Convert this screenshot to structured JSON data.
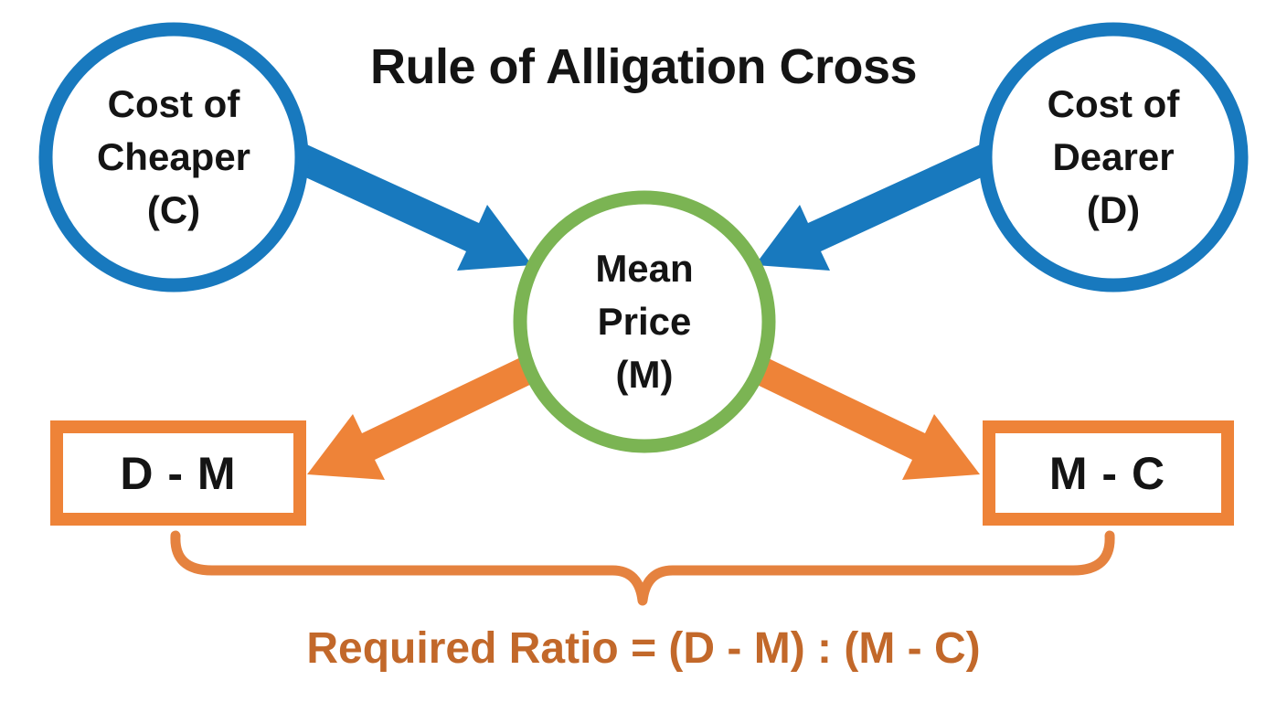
{
  "title": "Rule of Alligation Cross",
  "colors": {
    "blue": "#1879BE",
    "green": "#7BB453",
    "orange": "#EE8338",
    "brace": "#E5823F",
    "formula": "#C2682A",
    "text": "#141414",
    "background": "#FFFFFF"
  },
  "nodes": {
    "cheaper": {
      "lines": [
        "Cost of",
        "Cheaper",
        "(C)"
      ]
    },
    "dearer": {
      "lines": [
        "Cost of",
        "Dearer",
        "(D)"
      ]
    },
    "mean": {
      "lines": [
        "Mean",
        "Price",
        "(M)"
      ]
    }
  },
  "boxes": {
    "difference_left": "D - M",
    "difference_right": "M - C"
  },
  "formula_text": "Required Ratio = (D - M) : (M - C)"
}
